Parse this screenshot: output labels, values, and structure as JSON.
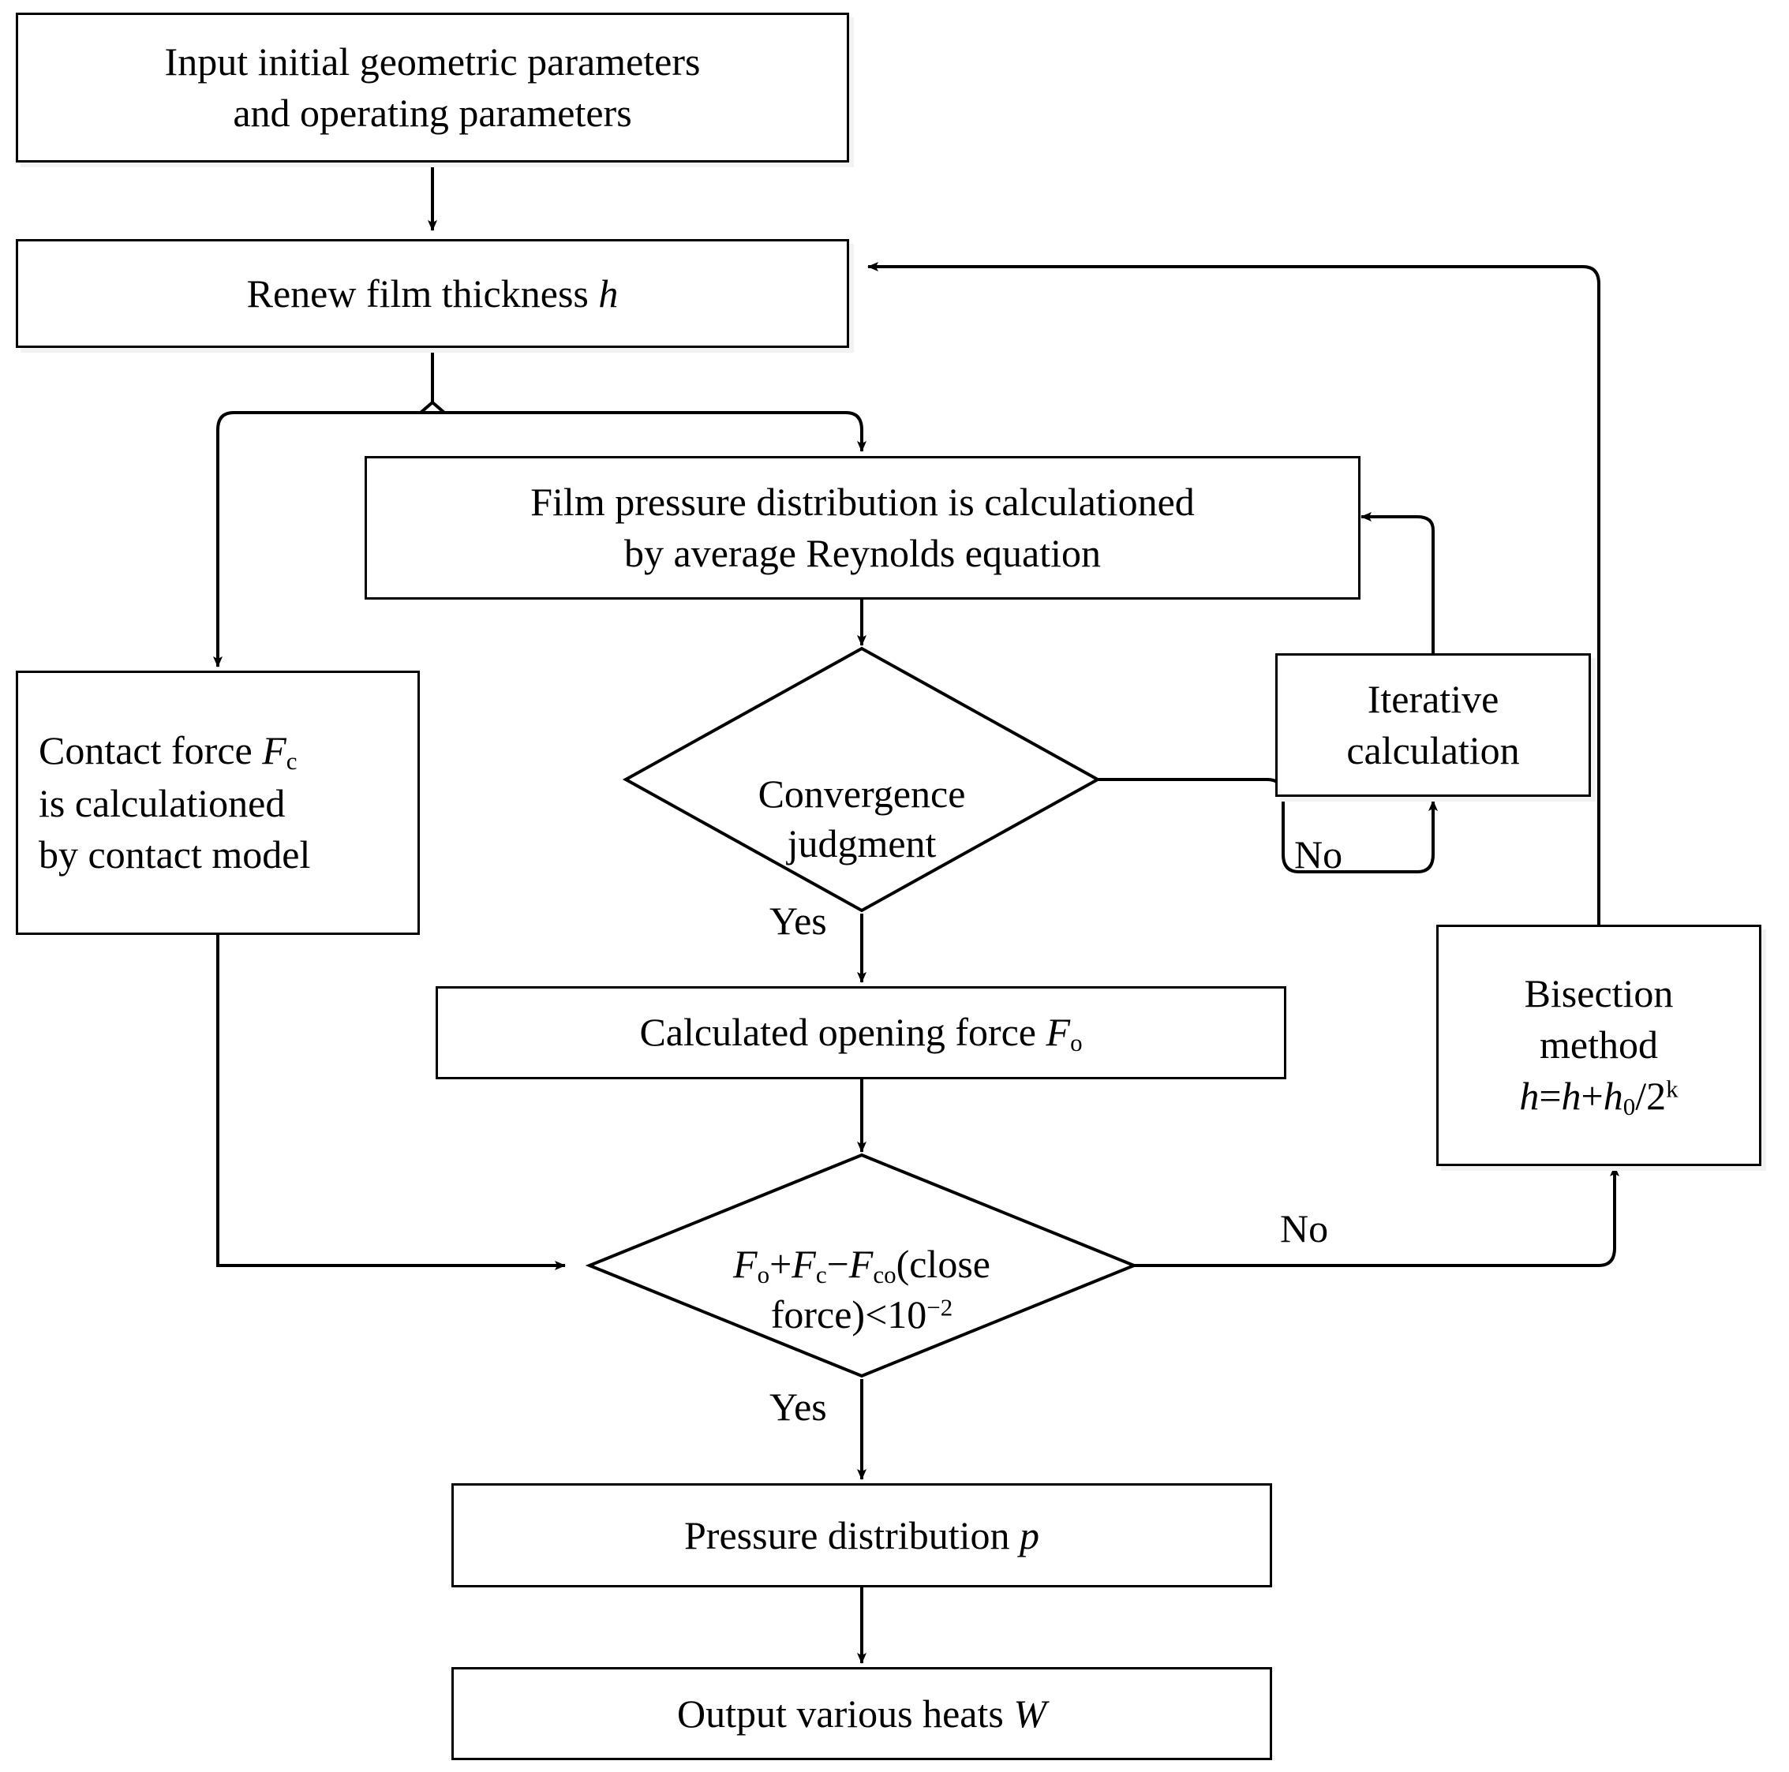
{
  "diagram": {
    "title": "Numerical solution flowchart for film pressure and heat calculation",
    "stroke_color": "#000000",
    "background_color": "#ffffff",
    "shadow_color": "#f2f2f2"
  },
  "nodes": {
    "input": {
      "shape": "process",
      "text": "Input initial geometric parameters\nand operating parameters"
    },
    "renew": {
      "shape": "process",
      "text_before": "Renew  film thickness ",
      "text_italic": "h",
      "text": "Renew  film thickness h"
    },
    "film_pressure": {
      "shape": "process",
      "text": "Film pressure distribution is calculationed\nby average Reynolds equation"
    },
    "contact_force": {
      "shape": "process",
      "line1_before": "Contact force ",
      "line1_italic": "F",
      "line1_sub": "c",
      "line2": "is calculationed",
      "line3": "by contact model",
      "text": "Contact force Fc is calculationed by contact model"
    },
    "convergence": {
      "shape": "decision",
      "text": "Convergence\njudgment"
    },
    "iterative": {
      "shape": "process",
      "text": "Iterative\ncalculation"
    },
    "opening_force": {
      "shape": "process",
      "text_before": "Calculated opening force ",
      "text_italic": "F",
      "text_sub": "o",
      "text": "Calculated opening force Fo"
    },
    "bisection": {
      "shape": "process",
      "line1": "Bisection",
      "line2": "method",
      "formula": "h=h+h0/2k",
      "text": "Bisection method h=h+h0/2^k"
    },
    "force_check": {
      "shape": "decision",
      "line1": "Fo+Fc−Fco(close",
      "line2": "force)<10⁻²",
      "text": "Fo+Fc−Fco(close force)<10^-2"
    },
    "pressure_distribution": {
      "shape": "process",
      "text_before": "Pressure distribution ",
      "text_italic": "p",
      "text": "Pressure distribution p"
    },
    "output_heats": {
      "shape": "process",
      "text_before": "Output various heats ",
      "text_italic": "W",
      "text": "Output various heats W"
    }
  },
  "edge_labels": {
    "convergence_yes": "Yes",
    "convergence_no": "No",
    "force_check_yes": "Yes",
    "force_check_no": "No"
  },
  "edges": [
    {
      "from": "input",
      "to": "renew",
      "label": ""
    },
    {
      "from": "renew",
      "to": "film_pressure",
      "label": ""
    },
    {
      "from": "renew",
      "to": "contact_force",
      "label": ""
    },
    {
      "from": "film_pressure",
      "to": "convergence",
      "label": ""
    },
    {
      "from": "convergence",
      "to": "opening_force",
      "label": "Yes"
    },
    {
      "from": "convergence",
      "to": "iterative",
      "label": "No"
    },
    {
      "from": "iterative",
      "to": "film_pressure",
      "label": ""
    },
    {
      "from": "opening_force",
      "to": "force_check",
      "label": ""
    },
    {
      "from": "contact_force",
      "to": "force_check",
      "label": ""
    },
    {
      "from": "force_check",
      "to": "pressure_distribution",
      "label": "Yes"
    },
    {
      "from": "force_check",
      "to": "bisection",
      "label": "No"
    },
    {
      "from": "bisection",
      "to": "renew",
      "label": ""
    },
    {
      "from": "pressure_distribution",
      "to": "output_heats",
      "label": ""
    }
  ]
}
